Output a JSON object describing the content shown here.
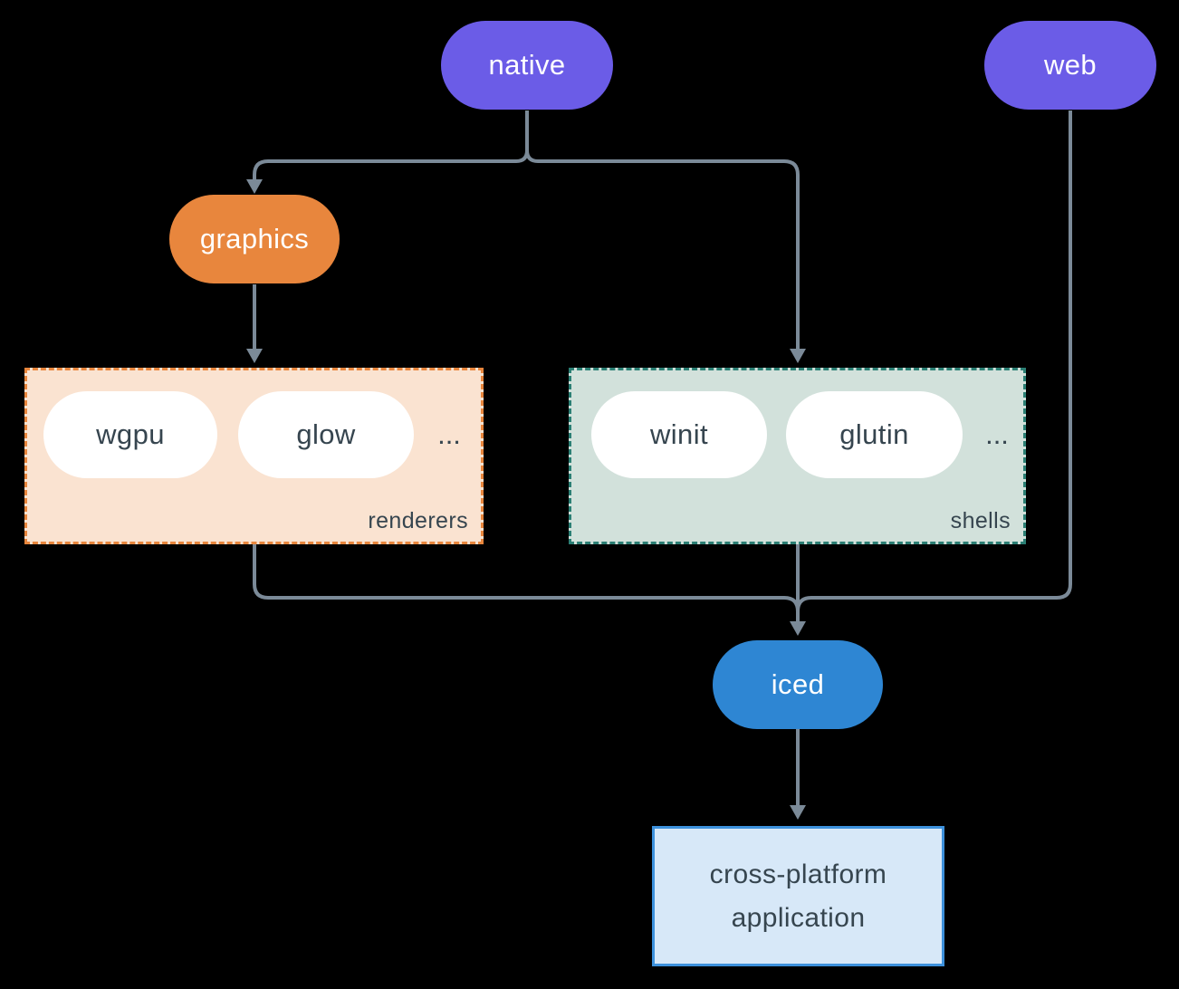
{
  "nodes": {
    "native": "native",
    "web": "web",
    "graphics": "graphics",
    "iced": "iced",
    "application": "cross-platform application"
  },
  "groups": {
    "renderers": {
      "label": "renderers",
      "items": [
        "wgpu",
        "glow"
      ],
      "ellipsis": "..."
    },
    "shells": {
      "label": "shells",
      "items": [
        "winit",
        "glutin"
      ],
      "ellipsis": "..."
    }
  },
  "edges": [
    {
      "from": "native",
      "to": "graphics"
    },
    {
      "from": "native",
      "to": "shells"
    },
    {
      "from": "graphics",
      "to": "renderers"
    },
    {
      "from": "renderers",
      "to": "iced"
    },
    {
      "from": "shells",
      "to": "iced"
    },
    {
      "from": "web",
      "to": "iced"
    },
    {
      "from": "iced",
      "to": "application"
    }
  ],
  "theme": {
    "bg": "#000000",
    "purple": "#6b5ce7",
    "orange": "#e8863d",
    "blue": "#2e86d3",
    "renderers-bg": "#fae3d1",
    "renderers-border": "#e8863d",
    "shells-bg": "#d2e1db",
    "shells-border": "#2b7f74",
    "app-bg": "#d7e8f8",
    "app-border": "#3d91dc",
    "ink": "#36454f",
    "line": "#7b8a98",
    "pill-text": "#ffffff"
  }
}
